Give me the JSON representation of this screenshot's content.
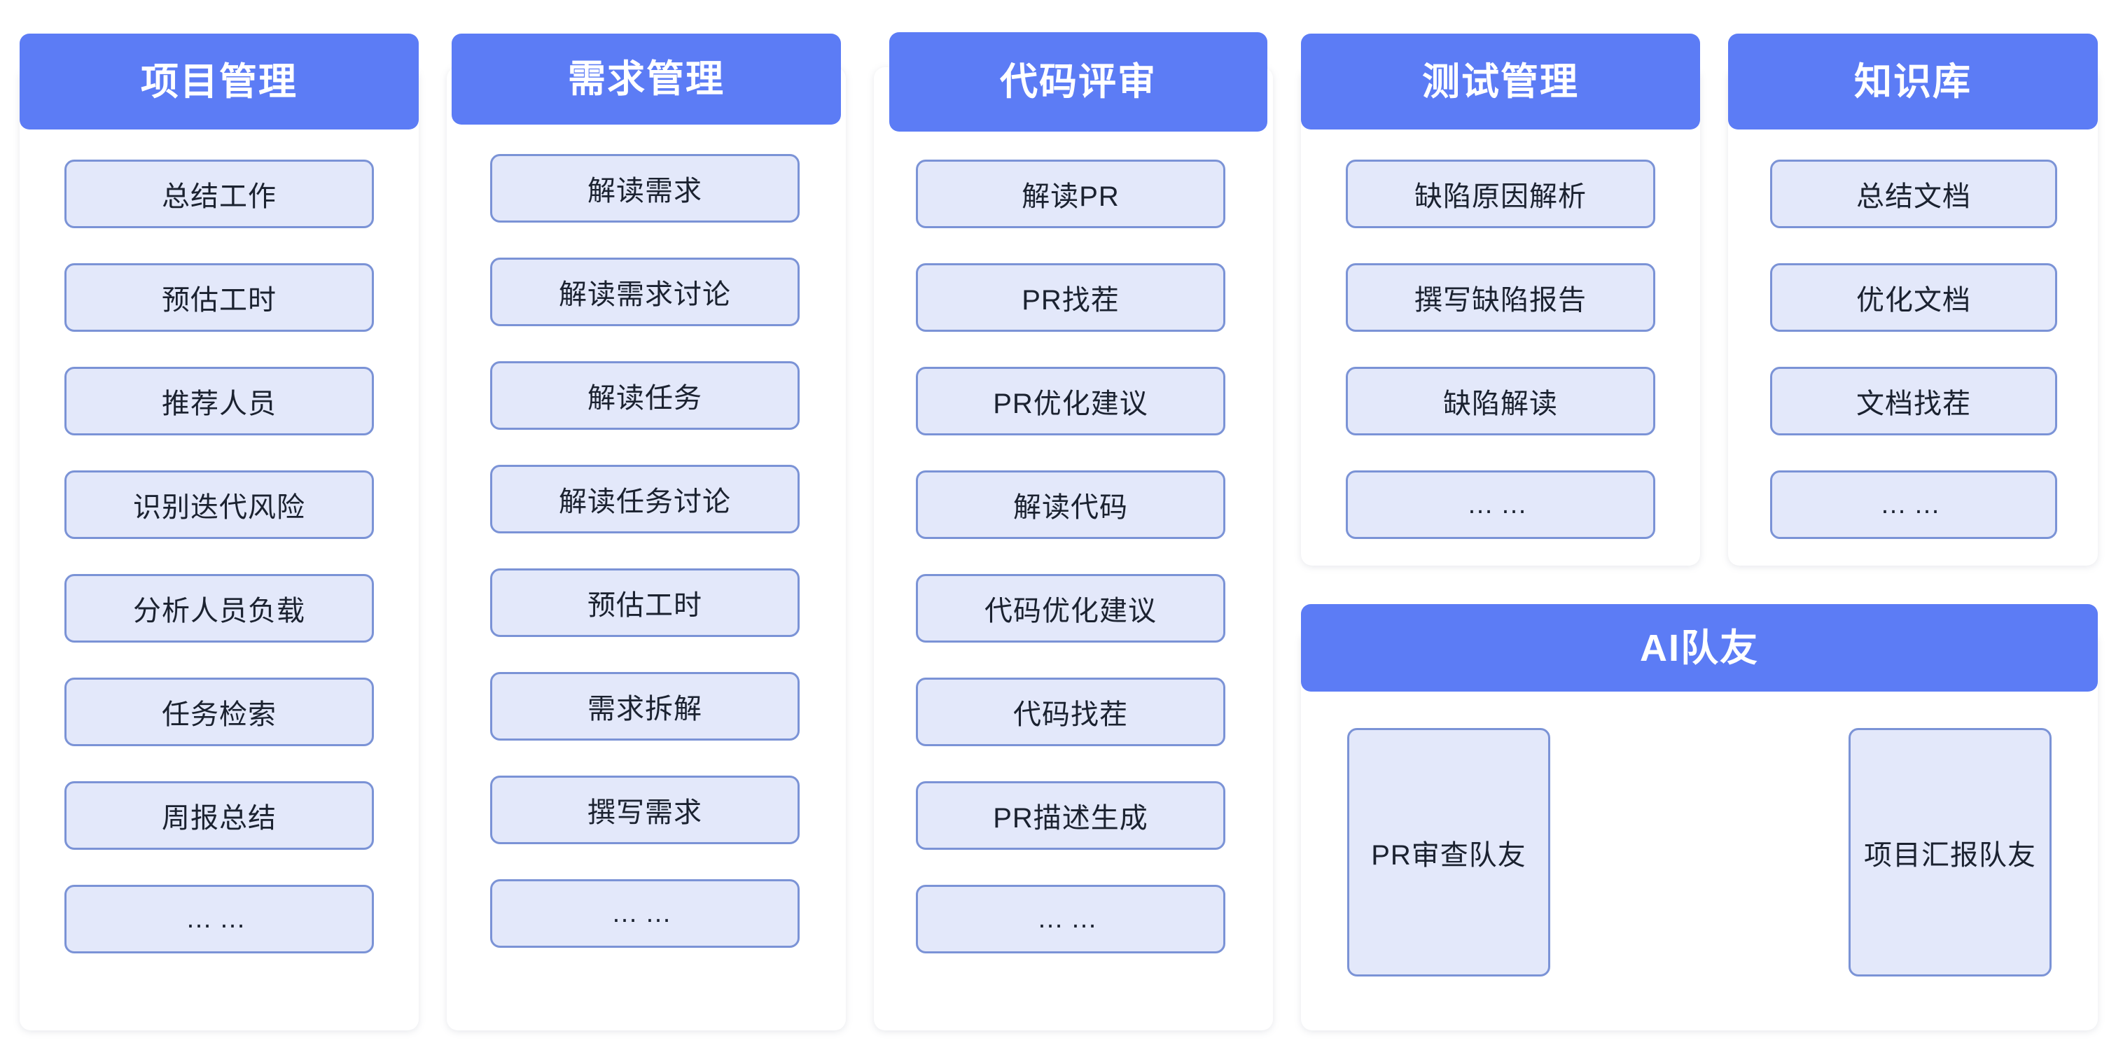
{
  "theme": {
    "page_background": "#ffffff",
    "header_blue": "#5C7CF5",
    "header_text": "#ffffff",
    "chip_fill": "#E3E8FA",
    "chip_border": "#7B93D6",
    "chip_text": "#1B2230",
    "card_background": "#ffffff"
  },
  "columns": [
    {
      "id": "project-management",
      "title": "项目管理",
      "items": [
        "总结工作",
        "预估工时",
        "推荐人员",
        "识别迭代风险",
        "分析人员负载",
        "任务检索",
        "周报总结",
        "……"
      ]
    },
    {
      "id": "requirement-management",
      "title": "需求管理",
      "items": [
        "解读需求",
        "解读需求讨论",
        "解读任务",
        "解读任务讨论",
        "预估工时",
        "需求拆解",
        "撰写需求",
        "……"
      ]
    },
    {
      "id": "code-review",
      "title": "代码评审",
      "items": [
        "解读PR",
        "PR找茬",
        "PR优化建议",
        "解读代码",
        "代码优化建议",
        "代码找茬",
        "PR描述生成",
        "……"
      ]
    },
    {
      "id": "test-management",
      "title": "测试管理",
      "items": [
        "缺陷原因解析",
        "撰写缺陷报告",
        "缺陷解读",
        "……"
      ]
    },
    {
      "id": "knowledge-base",
      "title": "知识库",
      "items": [
        "总结文档",
        "优化文档",
        "文档找茬",
        "……"
      ]
    }
  ],
  "ai_teammates": {
    "id": "ai-teammates",
    "title": "AI队友",
    "items": [
      "PR审查队友",
      "项目汇报队友"
    ]
  }
}
